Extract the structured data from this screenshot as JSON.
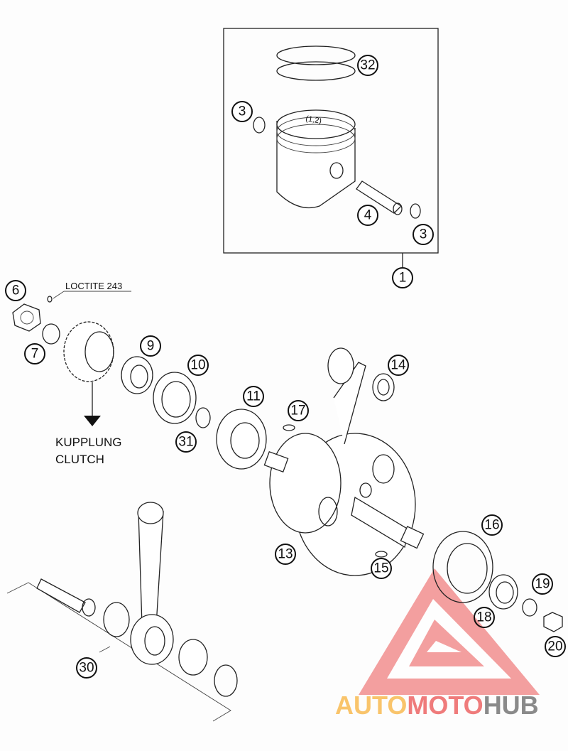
{
  "diagram": {
    "piston_marking": "(1,2)",
    "loctite_note": "LOCTITE 243",
    "clutch_label_de": "KUPPLUNG",
    "clutch_label_en": "CLUTCH",
    "callouts": {
      "piston_kit": "1",
      "piston_rings": "32",
      "circlip_left": "3",
      "circlip_right": "3",
      "piston_pin": "4",
      "nut": "6",
      "lock_washer": "7",
      "spacer": "9",
      "shaft_seal": "10",
      "o_ring": "31",
      "ball_bearing_left": "11",
      "woodruff_key_left": "17",
      "needle_bearing": "14",
      "crankshaft": "13",
      "woodruff_key_right": "15",
      "ball_bearing_right": "16",
      "shaft_seal_right": "18",
      "lock_washer_right": "19",
      "nut_right": "20",
      "conrod_kit": "30"
    }
  },
  "watermark": {
    "part1": "AUTO",
    "part2": "MOTO",
    "part3": "HUB",
    "colors": {
      "auto": "#f9c46b",
      "moto": "#ef7b7b",
      "hub": "#8a8a8a",
      "triangle": "#f08080"
    }
  }
}
